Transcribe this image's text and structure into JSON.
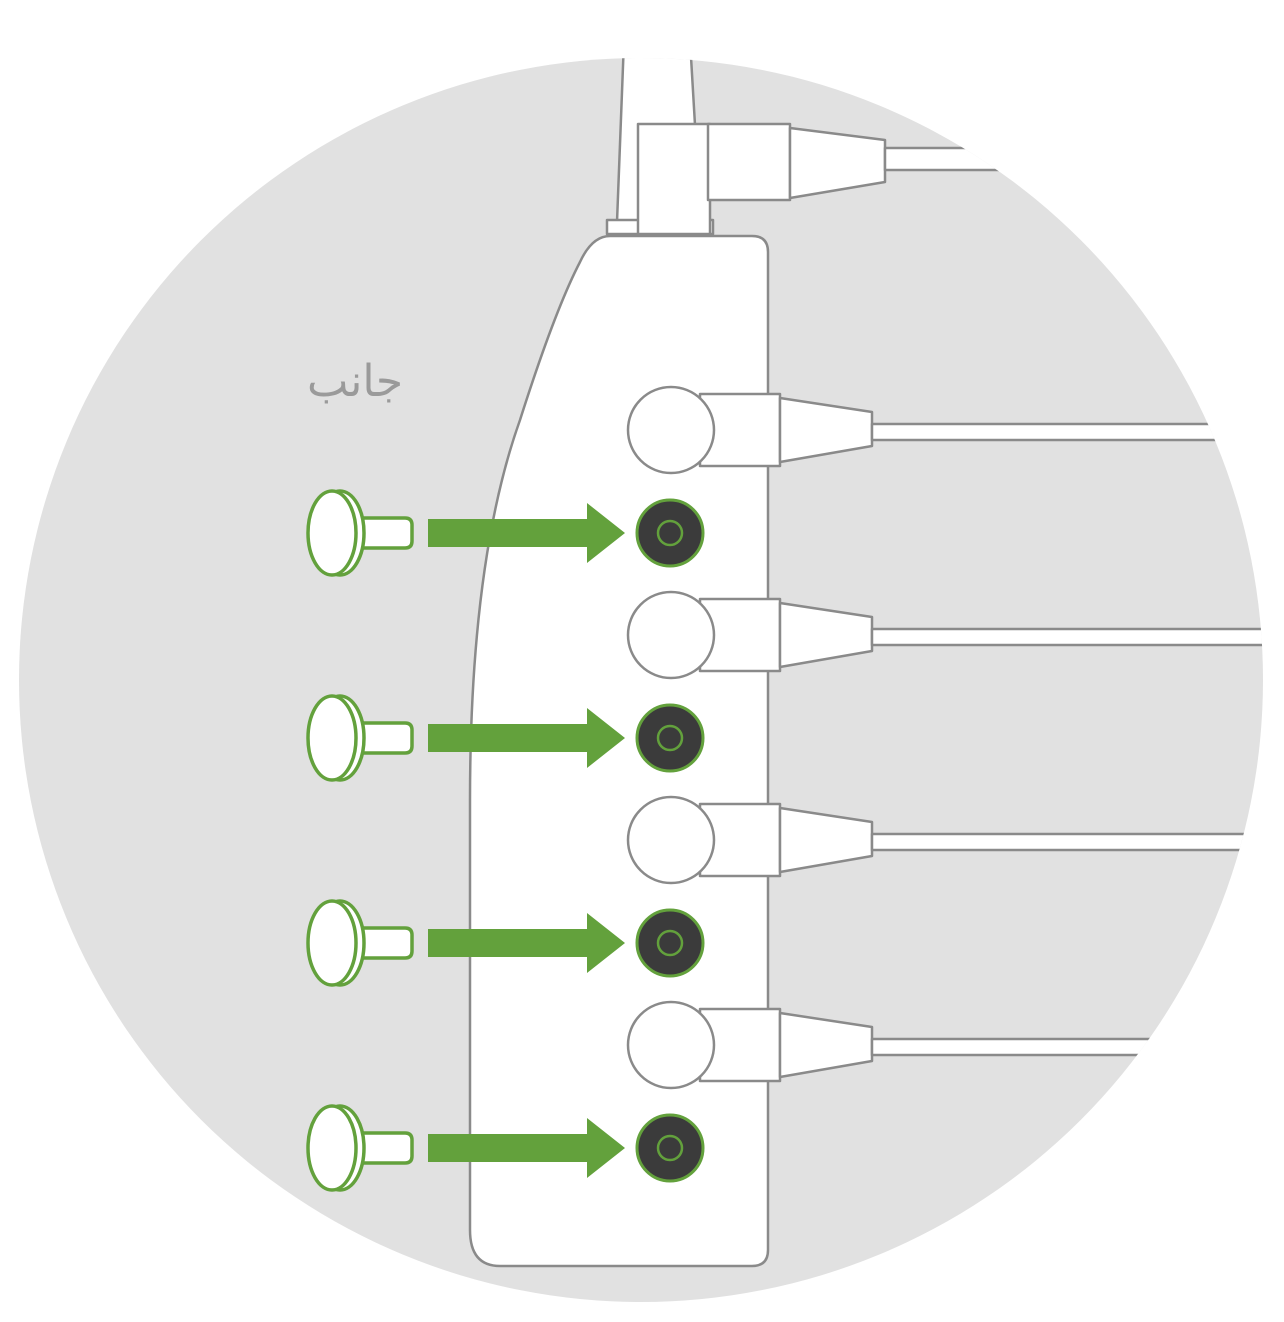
{
  "diagram": {
    "side_label": "جانب",
    "colors": {
      "background_circle": "#e1e1e1",
      "outline": "#8a8a8a",
      "device_fill": "#ffffff",
      "accent_green": "#63a13c",
      "port_dark": "#3b3b3b"
    },
    "occupied_port_count": 4,
    "empty_port_count": 4,
    "pin_count": 4
  }
}
